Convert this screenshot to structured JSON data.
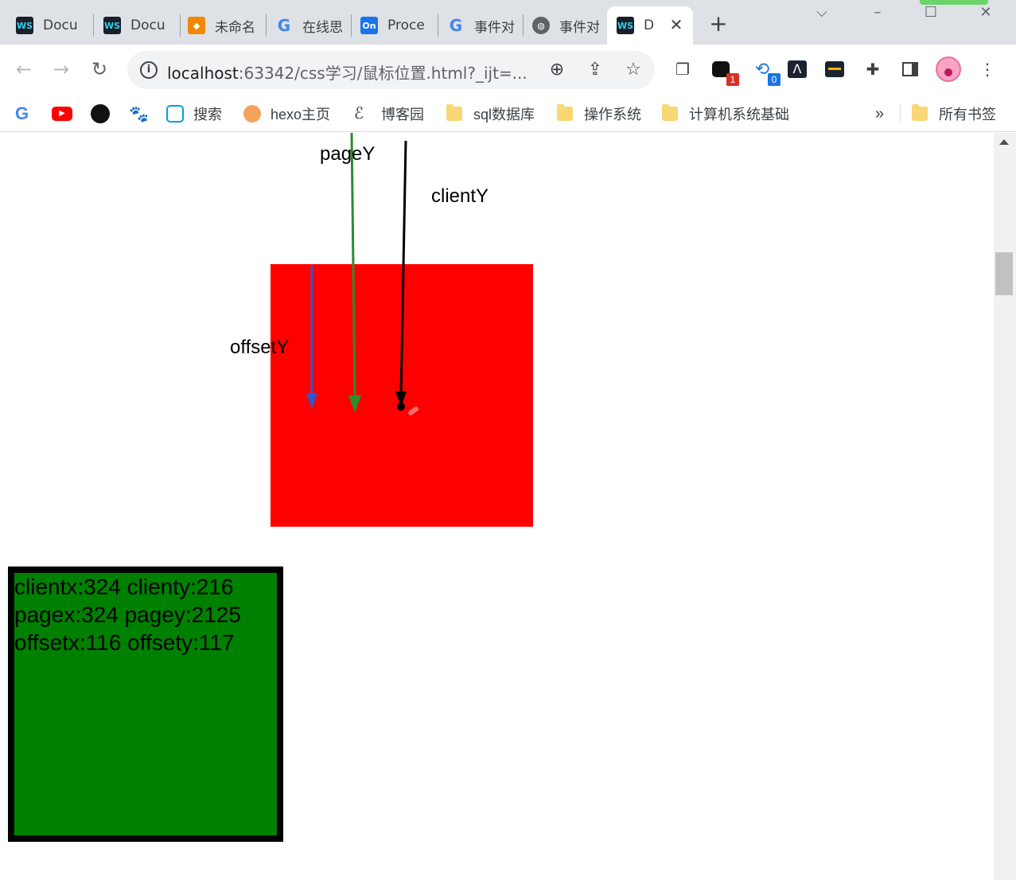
{
  "browser": {
    "tabs": [
      {
        "title": "Docu",
        "icon": "webstorm-icon"
      },
      {
        "title": "Docu",
        "icon": "webstorm-icon"
      },
      {
        "title": "未命名",
        "icon": "drawio-icon"
      },
      {
        "title": "在线思",
        "icon": "google-icon"
      },
      {
        "title": "Proce",
        "icon": "processon-icon"
      },
      {
        "title": "事件对",
        "icon": "google-icon"
      },
      {
        "title": "事件对",
        "icon": "globe-icon"
      },
      {
        "title": "D",
        "icon": "webstorm-icon",
        "active": true
      }
    ],
    "new_tab_label": "+",
    "address": {
      "host": "localhost",
      "rest": ":63342/css学习/鼠标位置.html?_ijt=..."
    },
    "extensions": [
      {
        "name": "extension-1",
        "badge": "1",
        "badge_color": "#d93025"
      },
      {
        "name": "extension-2",
        "badge": "0",
        "badge_color": "#1a73e8"
      }
    ],
    "bookmarks": [
      {
        "label": "",
        "icon": "google-icon"
      },
      {
        "label": "",
        "icon": "youtube-icon"
      },
      {
        "label": "",
        "icon": "github-icon"
      },
      {
        "label": "",
        "icon": "baidu-icon"
      },
      {
        "label": "搜索",
        "icon": "bilibili-icon"
      },
      {
        "label": "hexo主页",
        "icon": "hexo-icon"
      },
      {
        "label": "博客园",
        "icon": "cnblogs-icon"
      },
      {
        "label": "sql数据库",
        "icon": "folder-icon"
      },
      {
        "label": "操作系统",
        "icon": "folder-icon"
      },
      {
        "label": "计算机系统基础",
        "icon": "folder-icon"
      }
    ],
    "bookmarks_overflow": "»",
    "all_bookmarks": "所有书签"
  },
  "page": {
    "labels": {
      "pageY": "pageY",
      "clientY": "clientY",
      "offsetY": "offsetY"
    },
    "info": {
      "line1": "clientx:324 clienty:216",
      "line2": "pagex:324 pagey:2125",
      "line3": "offsetx:116 offsety:117"
    },
    "colors": {
      "red_box": "#ff0000",
      "green_box": "#008000",
      "offset_arrow": "#3355cc",
      "page_arrow": "#2e8b2e",
      "client_arrow": "#000000"
    }
  }
}
